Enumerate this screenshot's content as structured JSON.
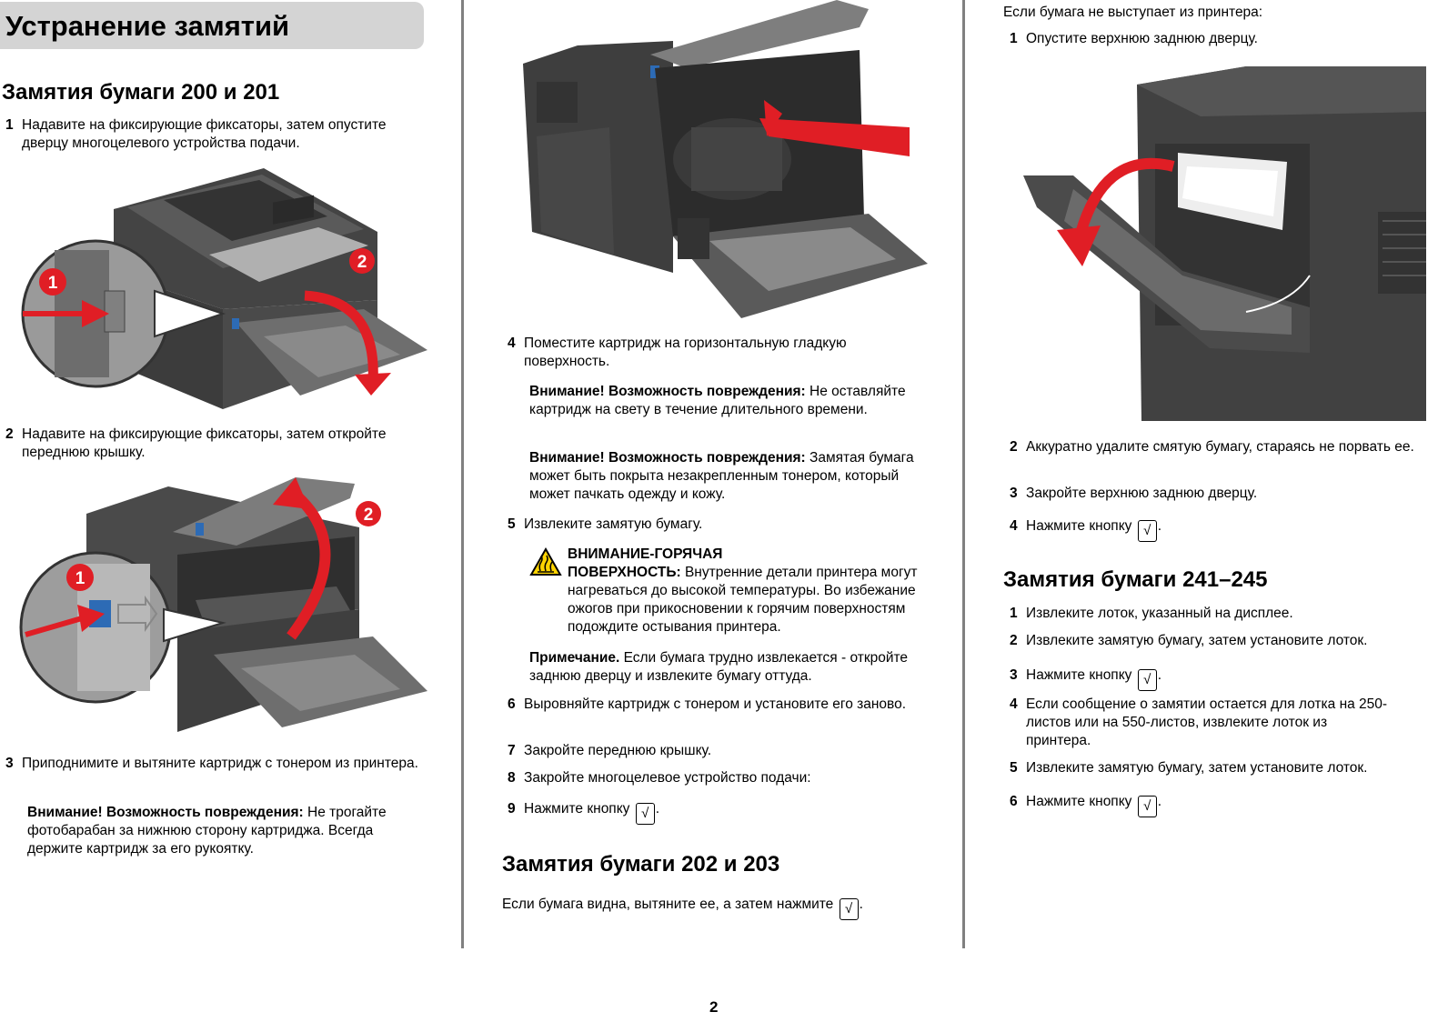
{
  "page_title": "Устранение замятий",
  "page_number": "2",
  "key_symbol": "√",
  "col1": {
    "heading": "Замятия бумаги 200 и 201",
    "steps": [
      {
        "num": "1",
        "text": "Надавите на фиксирующие фиксаторы, затем опустите дверцу многоцелевого устройства подачи."
      },
      {
        "num": "2",
        "text": "Надавите на фиксирующие фиксаторы, затем откройте переднюю крышку."
      },
      {
        "num": "3",
        "text": "Приподнимите и вытяните картридж с тонером из принтера."
      }
    ],
    "callout1": "1",
    "callout2": "2",
    "note3_bold": "Внимание! Возможность повреждения:",
    "note3_text": " Не трогайте фотобарабан за нижнюю сторону картриджа. Всегда держите картридж за его рукоятку."
  },
  "col2": {
    "steps": [
      {
        "num": "4",
        "text": "Поместите картридж на горизонтальную гладкую поверхность."
      },
      {
        "num": "5",
        "text": "Извлеките замятую бумагу."
      },
      {
        "num": "6",
        "text": "Выровняйте картридж с тонером и установите его заново."
      },
      {
        "num": "7",
        "text": "Закройте переднюю крышку."
      },
      {
        "num": "8",
        "text": "Закройте многоцелевое устройство подачи:"
      },
      {
        "num": "9",
        "text": "Нажмите кнопку"
      }
    ],
    "note4a_bold": "Внимание! Возможность повреждения:",
    "note4a_text": " Не оставляйте картридж на свету в течение длительного времени.",
    "note4b_bold": "Внимание! Возможность повреждения:",
    "note4b_text": " Замятая бумага может быть покрыта незакрепленным тонером, который может пачкать одежду и кожу.",
    "hot_bold1": "ВНИМАНИЕ-ГОРЯЧАЯ",
    "hot_bold2": "ПОВЕРХНОСТЬ:",
    "hot_text": " Внутренние детали принтера могут нагреваться до высокой температуры. Во избежание ожогов при прикосновении к горячим поверхностям подождите остывания принтера.",
    "note5_bold": "Примечание.",
    "note5_text": " Если бумага трудно извлекается - откройте заднюю дверцу и извлеките бумагу оттуда.",
    "heading2": "Замятия бумаги 202 и 203",
    "para202": "Если бумага видна, вытяните ее, а затем нажмите"
  },
  "col3": {
    "intro": "Если бумага не выступает из принтера:",
    "steps_a": [
      {
        "num": "1",
        "text": "Опустите верхнюю заднюю дверцу."
      },
      {
        "num": "2",
        "text": "Аккуратно удалите смятую бумагу, стараясь не порвать ее."
      },
      {
        "num": "3",
        "text": "Закройте верхнюю заднюю дверцу."
      },
      {
        "num": "4",
        "text": "Нажмите кнопку"
      }
    ],
    "heading": "Замятия бумаги 241–245",
    "steps_b": [
      {
        "num": "1",
        "text": "Извлеките лоток, указанный на дисплее."
      },
      {
        "num": "2",
        "text": "Извлеките замятую бумагу, затем установите лоток."
      },
      {
        "num": "3",
        "text": "Нажмите кнопку"
      },
      {
        "num": "4",
        "text": "Если сообщение о замятии остается для лотка на 250-листов или на 550-листов, извлеките лоток из принтера."
      },
      {
        "num": "5",
        "text": "Извлеките замятую бумагу, затем установите лоток."
      },
      {
        "num": "6",
        "text": "Нажмите кнопку"
      }
    ]
  },
  "colors": {
    "accent_red": "#e01e25",
    "printer_dark": "#3c3c3c",
    "banner_gray": "#d4d4d4",
    "latch_blue": "#2d6bb5"
  }
}
